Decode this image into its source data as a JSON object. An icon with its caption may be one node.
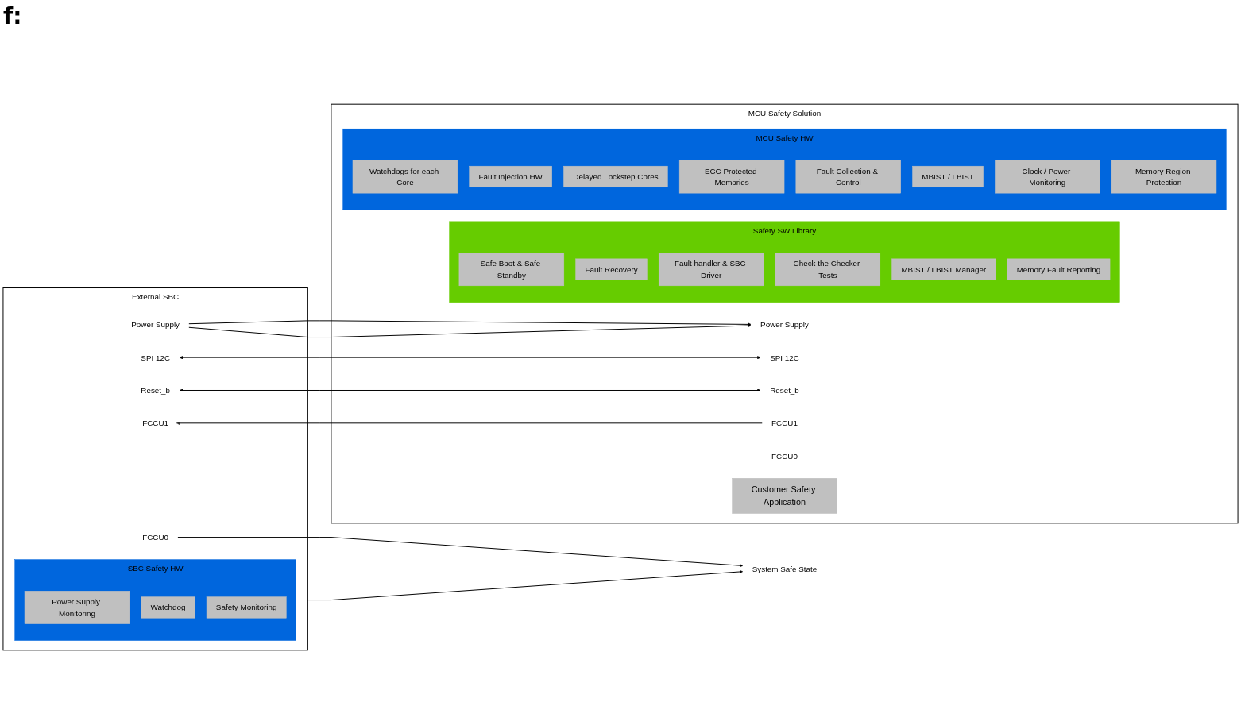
{
  "diagram": {
    "nodes": [
      {
        "text": [
          "External SBC"
        ]
      },
      {
        "text": [
          "Power Supply"
        ],
        "in": 0
      },
      {
        "text": [
          "SBC Safety HW"
        ],
        "in": 0
      },
      {
        "text": [
          "Power Supply Monitoring"
        ],
        "in": 2
      },
      {
        "text": [
          "Watchdog"
        ],
        "in": 2
      },
      {
        "text": [
          "Safety Monitoring"
        ],
        "in": 2
      },
      {
        "text": [
          "SPI 12C"
        ],
        "in": 0
      },
      {
        "text": [
          "Reset_b"
        ],
        "in": 0
      },
      {
        "text": [
          "FCCU1"
        ],
        "in": 0
      },
      {
        "text": [
          "FCCU0"
        ],
        "in": 0
      },
      {
        "text": [
          "MCU Safety Solution"
        ]
      },
      {
        "text": [
          "Power Supply"
        ],
        "in": 10
      },
      {
        "text": [
          "SPI 12C"
        ],
        "in": 10
      },
      {
        "text": [
          "Reset_b"
        ],
        "in": 10
      },
      {
        "text": [
          "FCCU1"
        ],
        "in": 10
      },
      {
        "text": [
          "FCCU0"
        ],
        "in": 10
      },
      {
        "text": [
          "Customer Safety Application"
        ],
        "in": 10
      },
      {
        "text": [
          "Safety SW Library"
        ],
        "in": 10
      },
      {
        "text": [
          "Safe Boot & Safe Standby"
        ],
        "in": 17
      },
      {
        "text": [
          "Fault Recovery"
        ],
        "in": 17
      },
      {
        "text": [
          "Fault handler & SBC Driver"
        ],
        "in": 17
      },
      {
        "text": [
          "Check the Checker Tests"
        ],
        "in": 17
      },
      {
        "text": [
          "MBIST / LBIST Manager"
        ],
        "in": 17
      },
      {
        "text": [
          "Memory Fault Reporting"
        ],
        "in": 17
      },
      {
        "text": [
          "MCU Safety HW"
        ],
        "in": 10
      },
      {
        "text": [
          "Watchdogs for each Core"
        ],
        "in": 24
      },
      {
        "text": [
          "Fault Injection HW"
        ],
        "in": 24
      },
      {
        "text": [
          "Delayed Lockstep Cores"
        ],
        "in": 24
      },
      {
        "text": [
          "ECC Protected Memories"
        ],
        "in": 24
      },
      {
        "text": [
          "Fault Collection & Control"
        ],
        "in": 24
      },
      {
        "text": [
          "MBIST / LBIST"
        ],
        "in": 24
      },
      {
        "text": [
          "Clock / Power Monitoring"
        ],
        "in": 24
      },
      {
        "text": [
          "Memory Region Protection"
        ],
        "in": 24
      },
      {
        "text": [
          "System Safe State"
        ]
      }
    ],
    "edges": [
      {
        "from": 1,
        "to": 11,
        "arrow": "to"
      },
      {
        "from": 1,
        "to": 11,
        "arrow": "to"
      },
      {
        "from": 6,
        "to": 12,
        "arrow": "both"
      },
      {
        "from": 7,
        "to": 13,
        "arrow": "both"
      },
      {
        "from": 14,
        "to": 8,
        "arrow": "to"
      },
      {
        "from": 9,
        "to": 33,
        "arrow": "to"
      },
      {
        "from": 0,
        "to": 33,
        "arrow": "to"
      }
    ],
    "labels": [
      "f:"
    ]
  }
}
